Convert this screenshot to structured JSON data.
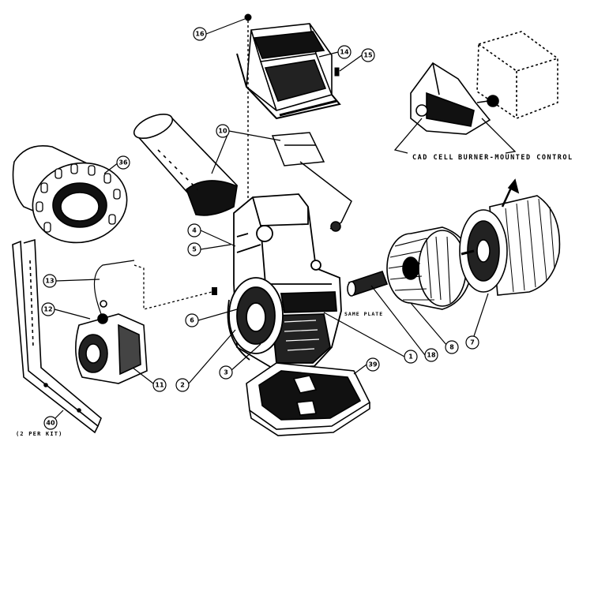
{
  "diagram": {
    "callouts": {
      "c_16": "16",
      "c_14": "14",
      "c_15": "15",
      "c_10": "10",
      "c_36": "36",
      "c_4": "4",
      "c_5": "5",
      "c_13": "13",
      "c_12": "12",
      "c_6": "6",
      "c_2": "2",
      "c_3": "3",
      "c_11": "11",
      "c_1": "1",
      "c_18": "18",
      "c_8": "8",
      "c_7": "7",
      "c_39": "39",
      "c_40": "40"
    },
    "labels": {
      "cad_cell": "CAD CELL",
      "burner_mounted_control": "BURNER-MOUNTED CONTROL",
      "same_plate": "SAME PLATE",
      "two_per_kit": "(2 PER KIT)"
    }
  }
}
